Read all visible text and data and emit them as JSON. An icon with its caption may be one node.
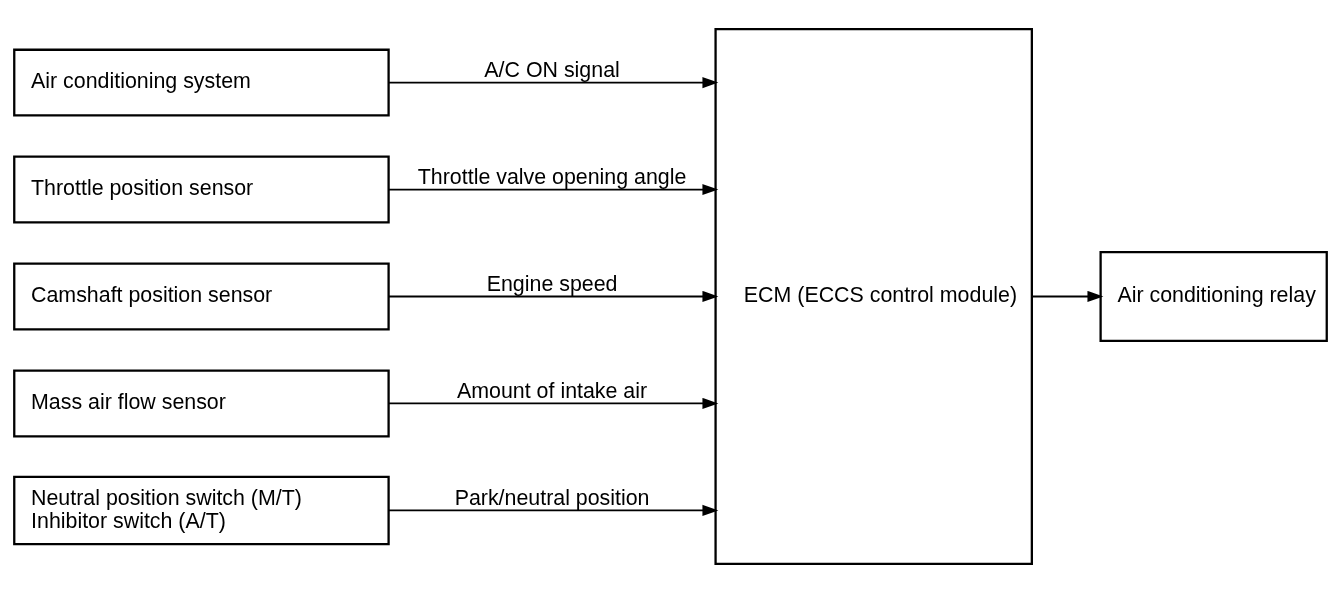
{
  "diagram": {
    "nodes": [
      {
        "text": [
          "Air conditioning system"
        ]
      },
      {
        "text": [
          "Throttle position sensor"
        ]
      },
      {
        "text": [
          "Camshaft position sensor"
        ]
      },
      {
        "text": [
          "Mass air flow sensor"
        ]
      },
      {
        "text": [
          "Neutral position switch (M/T)",
          "Inhibitor switch (A/T)"
        ]
      },
      {
        "text": [
          "ECM (ECCS control module)"
        ]
      },
      {
        "text": [
          "Air conditioning relay"
        ]
      }
    ],
    "edges": [
      {
        "from": 0,
        "to": 5,
        "arrow": "to",
        "label": "A/C ON signal"
      },
      {
        "from": 1,
        "to": 5,
        "arrow": "to",
        "label": "Throttle valve opening angle"
      },
      {
        "from": 2,
        "to": 5,
        "arrow": "to",
        "label": "Engine speed"
      },
      {
        "from": 3,
        "to": 5,
        "arrow": "to",
        "label": "Amount of intake air"
      },
      {
        "from": 4,
        "to": 5,
        "arrow": "to",
        "label": "Park/neutral position"
      },
      {
        "from": 5,
        "to": 6,
        "arrow": "to"
      }
    ]
  }
}
